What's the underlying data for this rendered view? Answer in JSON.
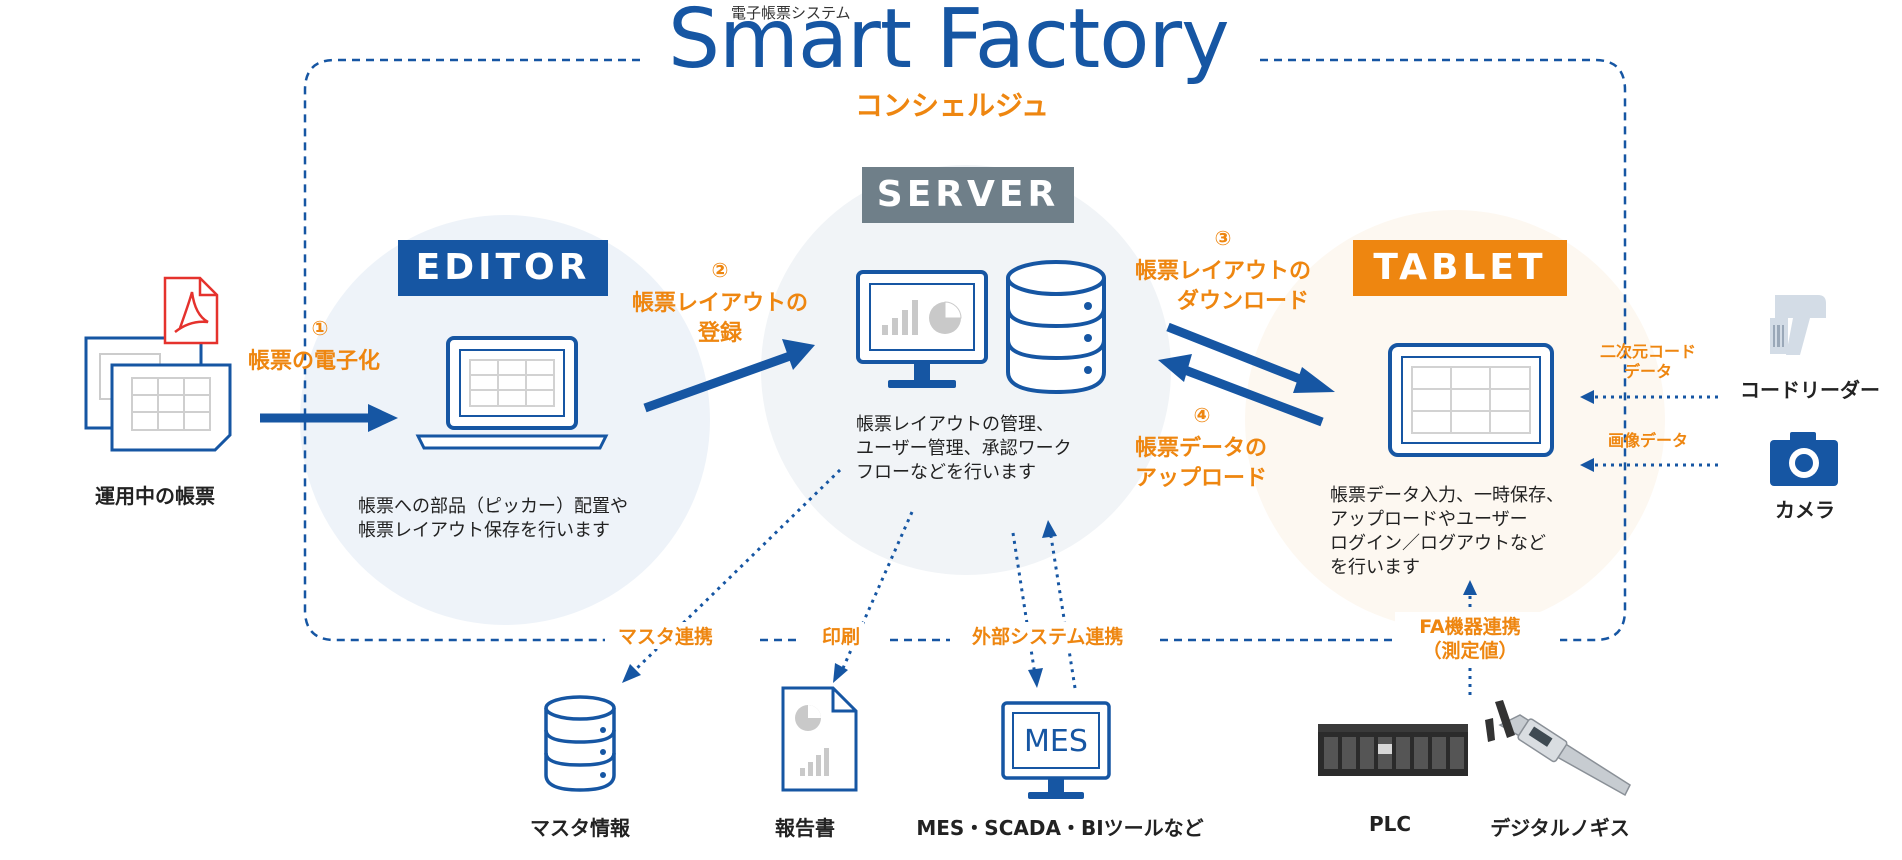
{
  "header": {
    "small_title": "電子帳票システム",
    "logo_text": "Smart Factory",
    "subtitle": "コンシェルジュ"
  },
  "blocks": {
    "editor": "EDITOR",
    "server": "SERVER",
    "tablet": "TABLET"
  },
  "steps": {
    "s1_num": "①",
    "s1_label": "帳票の電子化",
    "s2_num": "②",
    "s2_line1": "帳票レイアウトの",
    "s2_line2": "登録",
    "s3_num": "③",
    "s3_line1": "帳票レイアウトの",
    "s3_line2": "ダウンロード",
    "s4_num": "④",
    "s4_line1": "帳票データの",
    "s4_line2": "アップロード"
  },
  "descriptions": {
    "editor_line1": "帳票への部品（ピッカー）配置や",
    "editor_line2": "帳票レイアウト保存を行います",
    "server_line1": "帳票レイアウトの管理、",
    "server_line2": "ユーザー管理、承認ワーク",
    "server_line3": "フローなどを行います",
    "tablet_line1": "帳票データ入力、一時保存、",
    "tablet_line2": "アップロードやユーザー",
    "tablet_line3": "ログイン／ログアウトなど",
    "tablet_line4": "を行います"
  },
  "links": {
    "master": "マスタ連携",
    "print": "印刷",
    "external": "外部システム連携",
    "fa_line1": "FA機器連携",
    "fa_line2": "（測定値）",
    "code_line1": "二次元コード",
    "code_line2": "データ",
    "image": "画像データ"
  },
  "items": {
    "forms": "運用中の帳票",
    "master": "マスタ情報",
    "report": "報告書",
    "mes": "MES・SCADA・BIツールなど",
    "mes_screen": "MES",
    "plc": "PLC",
    "caliper": "デジタルノギス",
    "code_reader": "コードリーダー",
    "camera": "カメラ"
  },
  "colors": {
    "blue": "#1656a3",
    "orange": "#ee8610",
    "gray_block": "#6f7f89",
    "circle_fill": "#eef3f8"
  }
}
